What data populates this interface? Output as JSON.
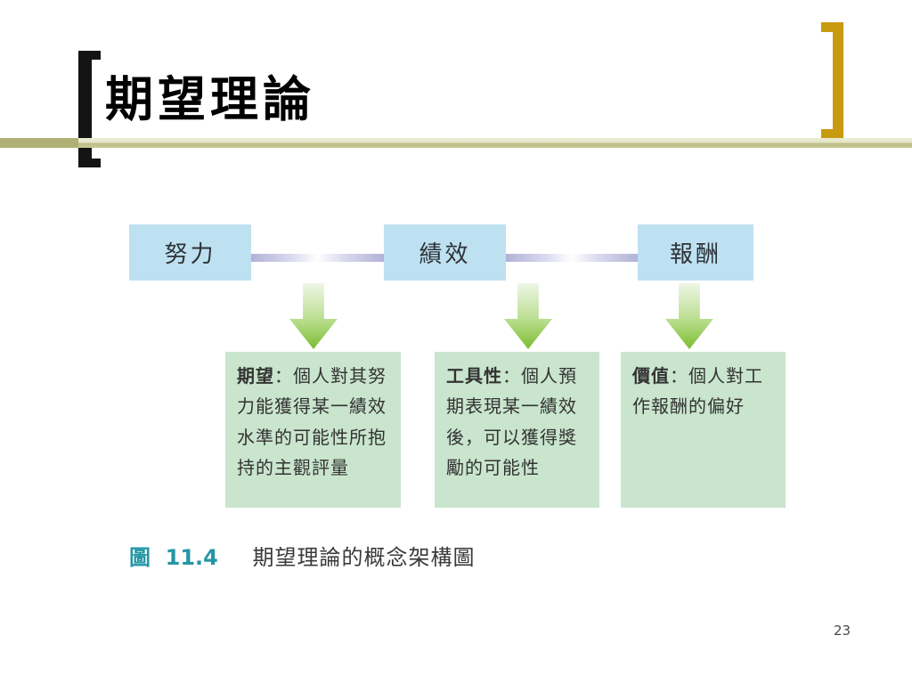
{
  "slide": {
    "title": "期望理論",
    "page_number": "23"
  },
  "diagram": {
    "top_boxes": [
      {
        "label": "努力"
      },
      {
        "label": "績效"
      },
      {
        "label": "報酬"
      }
    ],
    "detail_boxes": [
      {
        "term": "期望",
        "separator": "：",
        "description": "個人對其努力能獲得某一績效水準的可能性所抱持的主觀評量"
      },
      {
        "term": "工具性",
        "separator": "：",
        "description": "個人預期表現某一績效後，可以獲得獎勵的可能性"
      },
      {
        "term": "價值",
        "separator": "：",
        "description": "個人對工作報酬的偏好"
      }
    ]
  },
  "caption": {
    "figure_label": "圖",
    "figure_number": "11.4",
    "text": "期望理論的概念架構圖"
  },
  "colors": {
    "top_box_fill": "#BEE1F1",
    "detail_box_fill": "#C9E5CD",
    "arrow_green": "#7CBC30",
    "connector_lavender": "#B2B2D7",
    "caption_accent": "#2496A5",
    "divider_khaki": "#BEBE88",
    "bracket_gold": "#C79A10",
    "bracket_black": "#141414"
  }
}
